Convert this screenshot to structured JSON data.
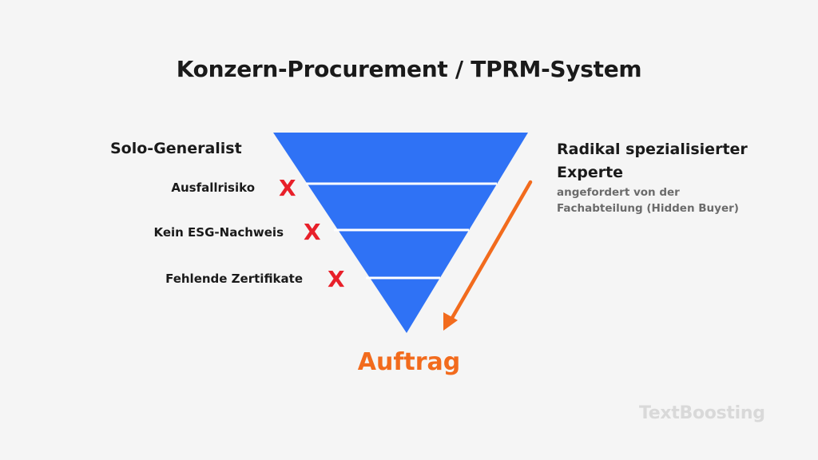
{
  "title": "Konzern-Procurement / TPRM-System",
  "left": {
    "heading": "Solo-Generalist",
    "risks": [
      "Ausfallrisiko",
      "Kein ESG-Nachweis",
      "Fehlende Zertifikate"
    ],
    "mark": "X"
  },
  "right": {
    "heading": "Radikal spezialisierter Experte",
    "subtext": "angefordert von der Fachabteilung (Hidden Buyer)"
  },
  "result": "Auftrag",
  "brand": "TextBoosting",
  "colors": {
    "funnel": "#2f72f5",
    "mark": "#e8202a",
    "arrow": "#f26b1d",
    "result": "#f26b1d",
    "subtext": "#6b6b6b",
    "brand": "#d9d9d9"
  },
  "icons": {
    "reject": "x-mark-icon",
    "arrow": "arrow-down-left-icon"
  }
}
